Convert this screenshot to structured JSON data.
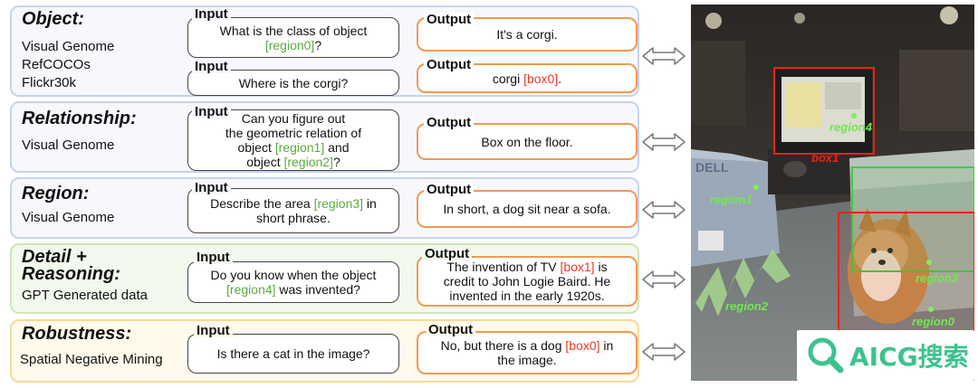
{
  "categories": [
    {
      "title": "Object:",
      "sources": [
        "Visual Genome",
        "RefCOCOs",
        "Flickr30k"
      ]
    },
    {
      "title": "Relationship:",
      "sources": [
        "Visual Genome"
      ]
    },
    {
      "title": "Region:",
      "sources": [
        "Visual Genome"
      ]
    },
    {
      "title": "Detail +",
      "title2": "Reasoning:",
      "sources": [
        "GPT Generated data"
      ]
    },
    {
      "title": "Robustness:",
      "sources": [
        "Spatial Negative Mining"
      ]
    }
  ],
  "labels": {
    "input": "Input",
    "output": "Output"
  },
  "qa": {
    "object1": {
      "input": [
        "What is the class of object",
        "[region0]",
        "?"
      ],
      "output": "It's a corgi."
    },
    "object2": {
      "input": "Where is the corgi?",
      "output": [
        "corgi ",
        "[box0]",
        "."
      ]
    },
    "relationship": {
      "input": [
        "Can you figure out",
        "the geometric relation of",
        "object ",
        "[region1]",
        " and",
        "object ",
        "[region2]",
        "?"
      ],
      "output": "Box on the floor."
    },
    "region": {
      "input": [
        "Describe the area ",
        "[region3]",
        " in",
        "short phrase."
      ],
      "output": "In short, a dog sit near a sofa."
    },
    "detail": {
      "input": [
        "Do you know when the object",
        "[region4]",
        " was invented?"
      ],
      "output": [
        "The invention of TV ",
        "[box1]",
        " is",
        "credit to John Logie Baird. He",
        "invented in the early 1920s."
      ]
    },
    "robustness": {
      "input": "Is there a cat in the image?",
      "output": [
        "No, but there is a dog ",
        "[box0]",
        " in",
        "the image."
      ]
    }
  },
  "image_labels": {
    "box1": "box1",
    "region4": "region4",
    "region1": "region1",
    "region2": "region2",
    "region3": "region3",
    "region0": "region0"
  },
  "watermark": {
    "text": "AICG搜索"
  },
  "colors": {
    "region": "#5aaa3e",
    "box": "#e23b2a",
    "output_border": "#ef9a55",
    "section_blue": "#c6d3ec",
    "section_green": "#cfe5b8",
    "section_yellow": "#f5d99a"
  }
}
